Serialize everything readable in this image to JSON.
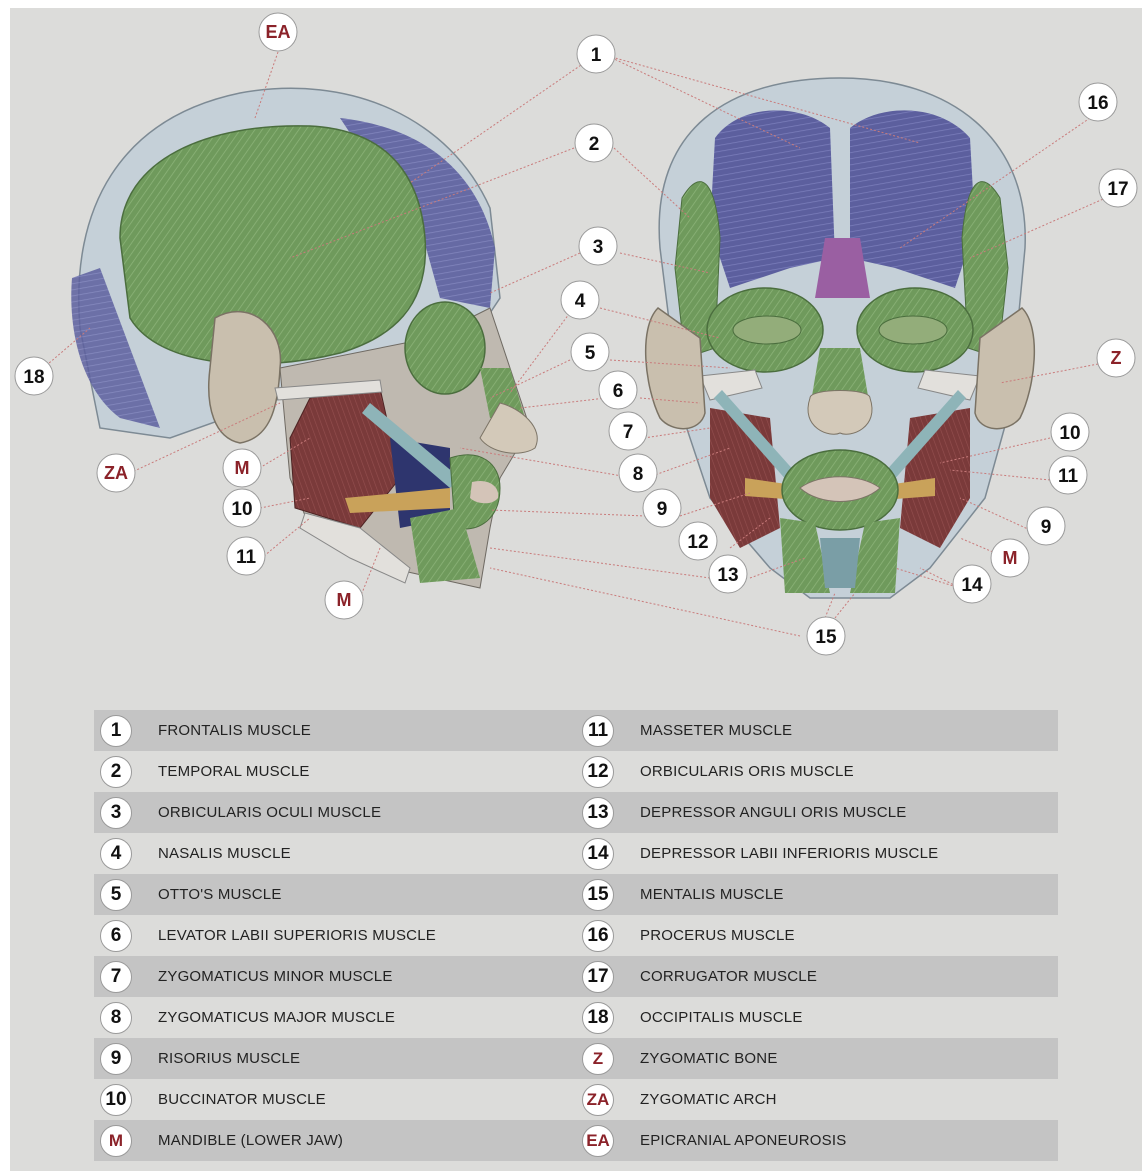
{
  "colors": {
    "muscle_green": "#6f9a5c",
    "muscle_purple": "#5c5f9e",
    "muscle_red": "#7a3a3a",
    "bone_label": "#8b2229",
    "skin": "#c9bfae",
    "aponeurosis": "#c5d0d8",
    "background": "#dcdcda",
    "row_shade": "#c4c4c4"
  },
  "callouts": {
    "c1": "1",
    "c2": "2",
    "c3": "3",
    "c4": "4",
    "c5": "5",
    "c6": "6",
    "c7": "7",
    "c8": "8",
    "c9a": "9",
    "c9b": "9",
    "c10a": "10",
    "c10b": "10",
    "c11a": "11",
    "c11b": "11",
    "c12": "12",
    "c13": "13",
    "c14": "14",
    "c15": "15",
    "c16": "16",
    "c17": "17",
    "c18": "18",
    "cEA": "EA",
    "cZA": "ZA",
    "cZ": "Z",
    "cMa": "M",
    "cMb": "M",
    "cMc": "M"
  },
  "legend": [
    {
      "key": "1",
      "label": "FRONTALIS MUSCLE",
      "bone": false
    },
    {
      "key": "2",
      "label": "TEMPORAL MUSCLE",
      "bone": false
    },
    {
      "key": "3",
      "label": "ORBICULARIS OCULI MUSCLE",
      "bone": false
    },
    {
      "key": "4",
      "label": "NASALIS MUSCLE",
      "bone": false
    },
    {
      "key": "5",
      "label": "OTTO'S MUSCLE",
      "bone": false
    },
    {
      "key": "6",
      "label": "LEVATOR LABII SUPERIORIS MUSCLE",
      "bone": false
    },
    {
      "key": "7",
      "label": "ZYGOMATICUS MINOR MUSCLE",
      "bone": false
    },
    {
      "key": "8",
      "label": "ZYGOMATICUS MAJOR MUSCLE",
      "bone": false
    },
    {
      "key": "9",
      "label": "RISORIUS MUSCLE",
      "bone": false
    },
    {
      "key": "10",
      "label": "BUCCINATOR MUSCLE",
      "bone": false
    },
    {
      "key": "M",
      "label": "MANDIBLE (LOWER JAW)",
      "bone": true
    },
    {
      "key": "11",
      "label": "MASSETER MUSCLE",
      "bone": false
    },
    {
      "key": "12",
      "label": "ORBICULARIS ORIS MUSCLE",
      "bone": false
    },
    {
      "key": "13",
      "label": "DEPRESSOR ANGULI ORIS MUSCLE",
      "bone": false
    },
    {
      "key": "14",
      "label": "DEPRESSOR LABII INFERIORIS MUSCLE",
      "bone": false
    },
    {
      "key": "15",
      "label": "MENTALIS MUSCLE",
      "bone": false
    },
    {
      "key": "16",
      "label": "PROCERUS MUSCLE",
      "bone": false
    },
    {
      "key": "17",
      "label": "CORRUGATOR MUSCLE",
      "bone": false
    },
    {
      "key": "18",
      "label": "OCCIPITALIS MUSCLE",
      "bone": false
    },
    {
      "key": "Z",
      "label": "ZYGOMATIC BONE",
      "bone": true
    },
    {
      "key": "ZA",
      "label": "ZYGOMATIC ARCH",
      "bone": true
    },
    {
      "key": "EA",
      "label": "EPICRANIAL APONEUROSIS",
      "bone": true
    }
  ]
}
